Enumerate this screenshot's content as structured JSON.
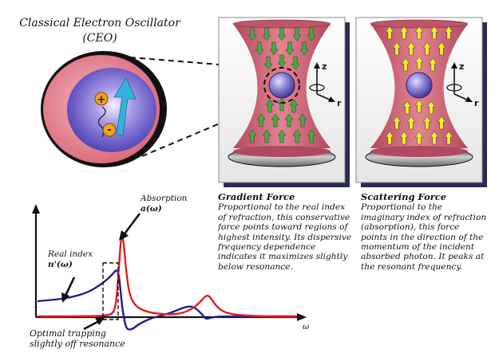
{
  "ceo": {
    "title_line1": "Classical Electron Oscillator",
    "title_line2": "(CEO)",
    "charge_plus": "+",
    "charge_minus": "-"
  },
  "gradient_panel": {
    "axis_z": "z",
    "axis_r": "r",
    "heading": "Gradient Force",
    "body": "Proportional to the real index of refraction, this conservative force points toward regions of highest intensity.  Its dispersive frequency dependence indicates it maximizes slightly below resonance."
  },
  "scattering_panel": {
    "axis_z": "z",
    "axis_r": "r",
    "heading": "Scattering Force",
    "body": "Proportional to the imaginary index of refraction (absorption), this force points in the direction of the momentum of the incident absorbed photon.  It peaks at the resonant frequency."
  },
  "graph": {
    "absorption_label": "Absorption",
    "absorption_symbol": "a(ω)",
    "real_index_label": "Real index",
    "real_index_symbol": "n'(ω)",
    "trapping_line1": "Optimal trapping",
    "trapping_line2": "slightly off resonance",
    "x_axis_symbol": "ω",
    "series": [
      {
        "key": "real_index",
        "color": "#1f1f8f"
      },
      {
        "key": "absorption",
        "color": "#e01e1e"
      }
    ]
  },
  "colors": {
    "beam": "#c8586a",
    "beam_dark": "#9c3a4c",
    "gradient_arrow": "#3fae3f",
    "scatter_arrow": "#f4ef2a",
    "sphere": "#8f86d8",
    "ceo_outer": "#e58a96",
    "ceo_inner": "#6658c0",
    "charge": "#f3a021",
    "dipole_arrow": "#33b3dc"
  }
}
